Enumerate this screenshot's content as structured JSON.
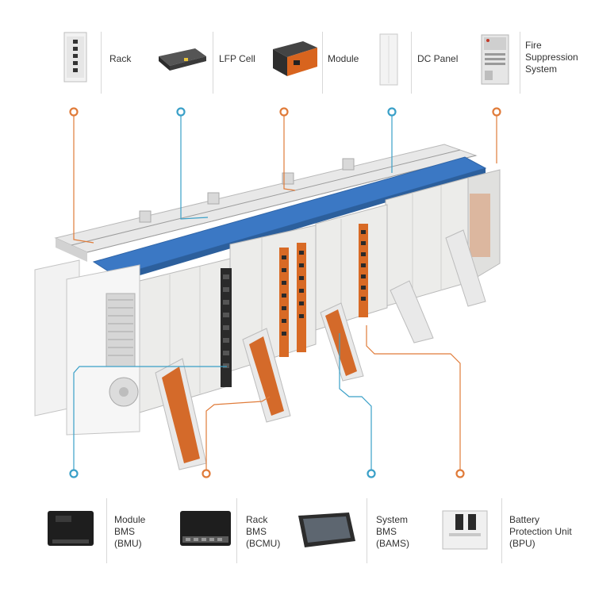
{
  "colors": {
    "accent_orange": "#e07b39",
    "accent_blue": "#3aa0c8",
    "roof_blue": "#3b78c4",
    "cabinet": "#ececea"
  },
  "top_components": [
    {
      "label": "Rack",
      "icon": "rack-icon",
      "node_color": "#e07b39"
    },
    {
      "label": "LFP Cell",
      "icon": "lfp-cell-icon",
      "node_color": "#3aa0c8"
    },
    {
      "label": "Module",
      "icon": "module-icon",
      "node_color": "#e07b39"
    },
    {
      "label": "DC Panel",
      "icon": "dc-panel-icon",
      "node_color": "#3aa0c8"
    },
    {
      "label": "Fire\nSuppression\nSystem",
      "icon": "fire-suppression-icon",
      "node_color": "#e07b39"
    }
  ],
  "bottom_components": [
    {
      "label": "Module\nBMS\n(BMU)",
      "icon": "module-bms-icon",
      "node_color": "#3aa0c8"
    },
    {
      "label": "Rack\nBMS\n(BCMU)",
      "icon": "rack-bms-icon",
      "node_color": "#e07b39"
    },
    {
      "label": "System\nBMS\n(BAMS)",
      "icon": "system-bms-icon",
      "node_color": "#3aa0c8"
    },
    {
      "label": "Battery\nProtection Unit\n(BPU)",
      "icon": "bpu-icon",
      "node_color": "#e07b39"
    }
  ]
}
